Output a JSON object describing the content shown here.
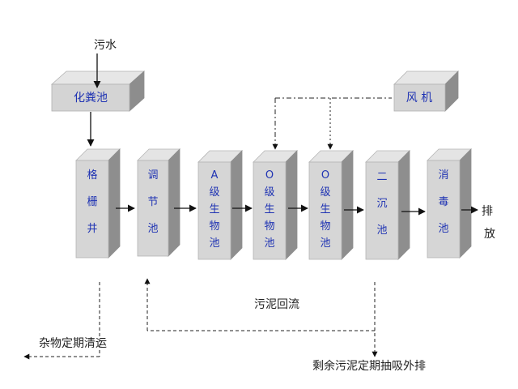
{
  "input": {
    "label": "污水"
  },
  "septic_tank": {
    "label": "化粪池"
  },
  "blower": {
    "label": "风 机"
  },
  "units": [
    {
      "id": "screen",
      "chars": [
        "格",
        "栅",
        "井"
      ]
    },
    {
      "id": "equalization",
      "chars": [
        "调",
        "节",
        "池"
      ]
    },
    {
      "id": "a-bio",
      "chars": [
        "A",
        "级",
        "生",
        "物",
        "池"
      ]
    },
    {
      "id": "o-bio-1",
      "chars": [
        "O",
        "级",
        "生",
        "物",
        "池"
      ]
    },
    {
      "id": "o-bio-2",
      "chars": [
        "O",
        "级",
        "生",
        "物",
        "池"
      ]
    },
    {
      "id": "secondary-clarifier",
      "chars": [
        "二",
        "沉",
        "池"
      ]
    },
    {
      "id": "disinfection",
      "chars": [
        "消",
        "毒",
        "池"
      ]
    }
  ],
  "discharge": {
    "chars": [
      "排",
      "放"
    ]
  },
  "sludge_return": {
    "label": "污泥回流"
  },
  "debris": {
    "label": "杂物定期清运"
  },
  "excess_sludge": {
    "label": "剩余污泥定期抽吸外排"
  }
}
